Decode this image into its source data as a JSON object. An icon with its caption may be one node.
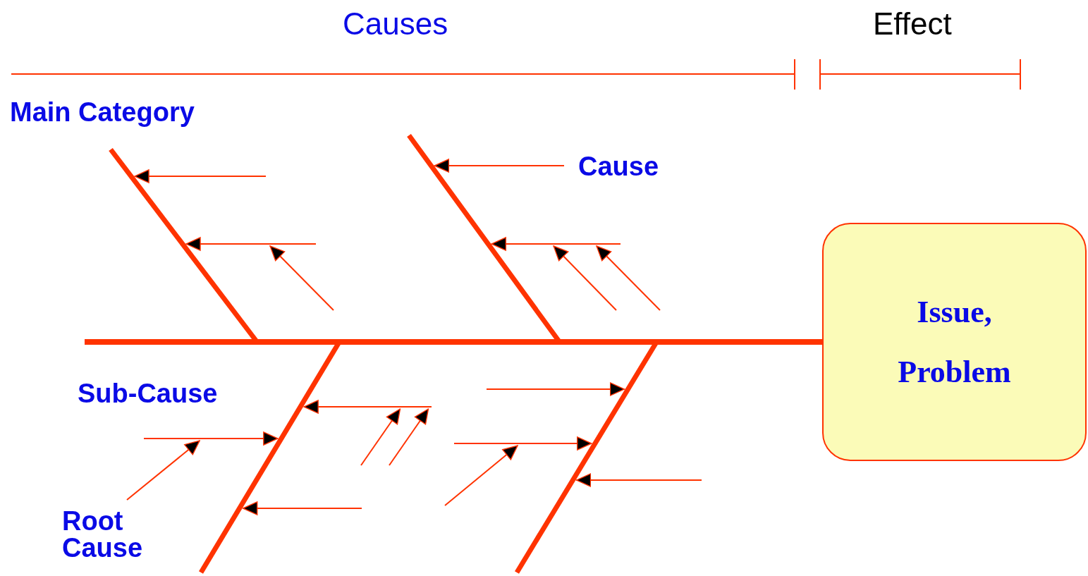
{
  "diagram": {
    "nodes": [
      {
        "text": [],
        "shape": "bar"
      },
      {
        "text": [],
        "shape": "bar"
      },
      {
        "text": [],
        "shape": "bar"
      },
      {
        "text": [
          "Issue, Problem"
        ]
      },
      {
        "text": [],
        "shape": "bar"
      },
      {
        "text": [],
        "shape": "bar"
      },
      {
        "text": [],
        "shape": "arrow"
      },
      {
        "text": [],
        "shape": "arrow"
      },
      {
        "text": [],
        "shape": "arrow"
      },
      {
        "text": [],
        "shape": "arrow"
      },
      {
        "text": [],
        "shape": "arrow"
      }
    ],
    "edges": [
      {
        "from": null,
        "to": 0,
        "arrow": "to"
      },
      {
        "from": null,
        "to": 1,
        "arrow": "to"
      },
      {
        "from": null,
        "to": 4,
        "arrow": "to"
      },
      {
        "from": null,
        "to": 5,
        "arrow": "to"
      },
      {
        "from": null,
        "to": 5,
        "arrow": "to"
      },
      {
        "from": null,
        "to": 6,
        "arrow": "to"
      },
      {
        "from": null,
        "to": 7,
        "arrow": "to"
      },
      {
        "from": null,
        "to": 7,
        "arrow": "to"
      },
      {
        "from": null,
        "to": 9,
        "arrow": "to"
      },
      {
        "from": null,
        "to": 8,
        "arrow": "to"
      },
      {
        "from": null,
        "to": 8,
        "arrow": "to"
      },
      {
        "from": null,
        "to": 10,
        "arrow": "to"
      }
    ],
    "labels": [
      "Causes",
      "Effect",
      "Main Category",
      "Cause",
      "Sub-Cause",
      "Root Cause"
    ]
  }
}
